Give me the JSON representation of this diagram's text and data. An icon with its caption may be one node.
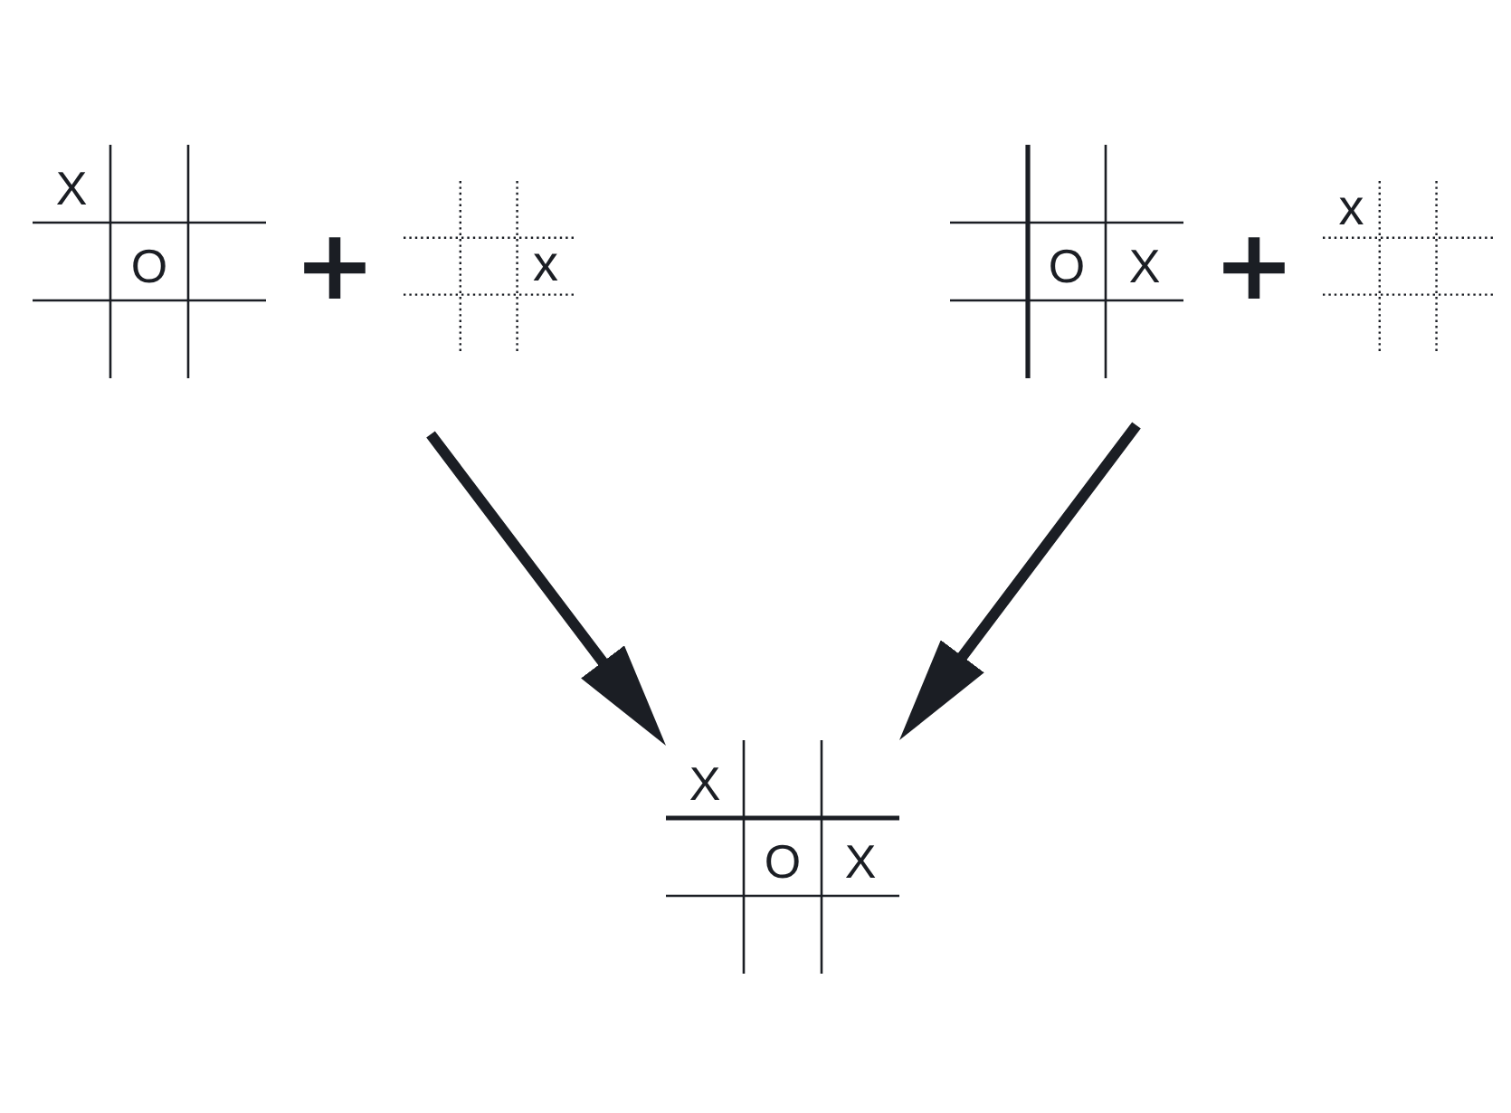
{
  "diagram": {
    "nodes": [
      {
        "text": [
          "X",
          "O"
        ]
      },
      {
        "text": [
          "x"
        ]
      },
      {
        "text": [
          "O",
          "X"
        ]
      },
      {
        "text": [
          "x"
        ]
      },
      {
        "text": [
          "X",
          "O",
          "X"
        ]
      }
    ],
    "edges": [
      {
        "from": null,
        "to": 4,
        "arrow": "to"
      },
      {
        "from": null,
        "to": 4,
        "arrow": "to"
      }
    ],
    "labels": [
      "+",
      "+"
    ]
  }
}
